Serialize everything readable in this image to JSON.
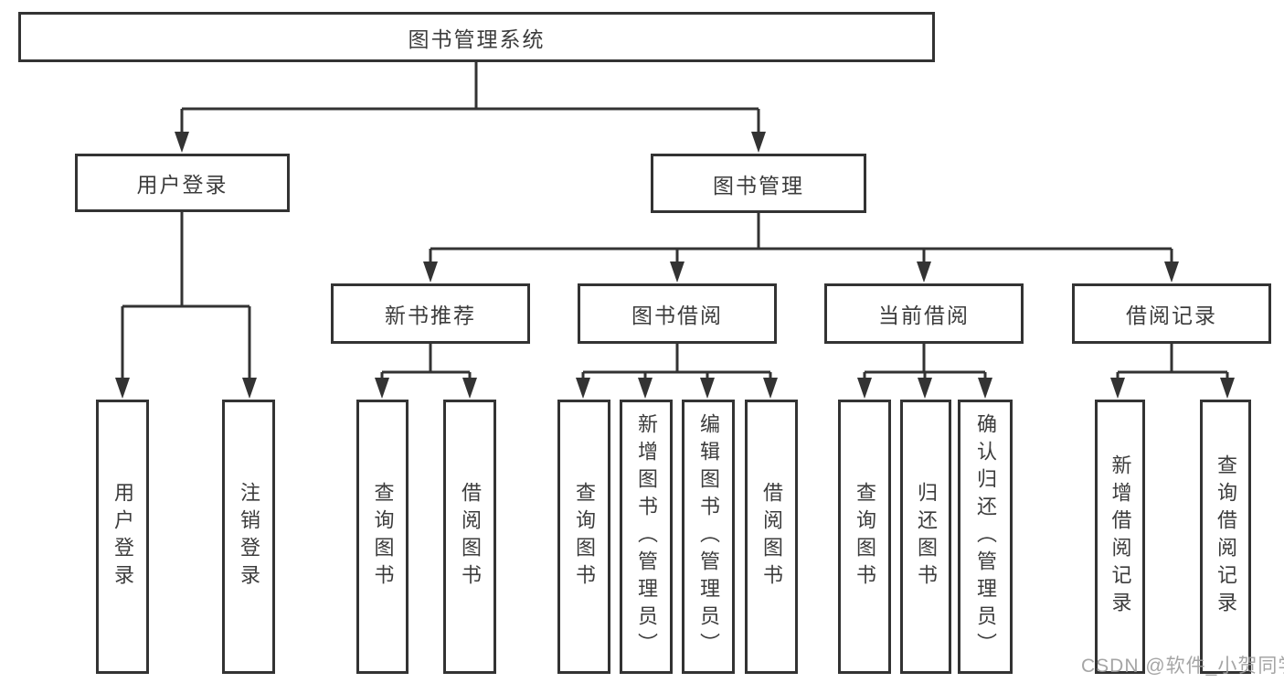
{
  "diagram": {
    "root": {
      "label": "图书管理系统"
    },
    "level2": [
      {
        "label": "用户登录"
      },
      {
        "label": "图书管理"
      }
    ],
    "level3": [
      {
        "label": "新书推荐"
      },
      {
        "label": "图书借阅"
      },
      {
        "label": "当前借阅"
      },
      {
        "label": "借阅记录"
      }
    ],
    "leaves": {
      "user_login": [
        {
          "label": "用户登录"
        },
        {
          "label": "注销登录"
        }
      ],
      "new_book": [
        {
          "label": "查询图书"
        },
        {
          "label": "借阅图书"
        }
      ],
      "book_borrow": [
        {
          "label": "查询图书"
        },
        {
          "label": "新增图书（管理员）"
        },
        {
          "label": "编辑图书（管理员）"
        },
        {
          "label": "借阅图书"
        }
      ],
      "current_borrow": [
        {
          "label": "查询图书"
        },
        {
          "label": "归还图书"
        },
        {
          "label": "确认归还（管理员）"
        }
      ],
      "borrow_record": [
        {
          "label": "新增借阅记录"
        },
        {
          "label": "查询借阅记录"
        }
      ]
    },
    "watermark": "CSDN @软件_小贺同学",
    "colors": {
      "line": "#333333",
      "text": "#3c3c3c",
      "watermark": "#9b9b9b",
      "background": "#ffffff"
    }
  }
}
